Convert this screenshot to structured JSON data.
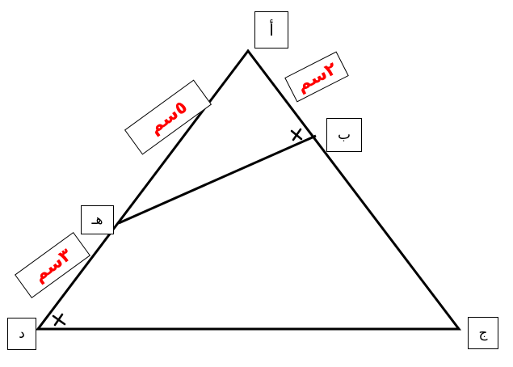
{
  "vertices": {
    "a": "أ",
    "b": "ب",
    "c": "ج",
    "d": "د",
    "h": "هـ"
  },
  "lengths": {
    "ab": "٢سم",
    "ah": "٥سم",
    "hd": "٣سم"
  },
  "colors": {
    "lines": "#000000",
    "length_text": "#ff0000"
  }
}
